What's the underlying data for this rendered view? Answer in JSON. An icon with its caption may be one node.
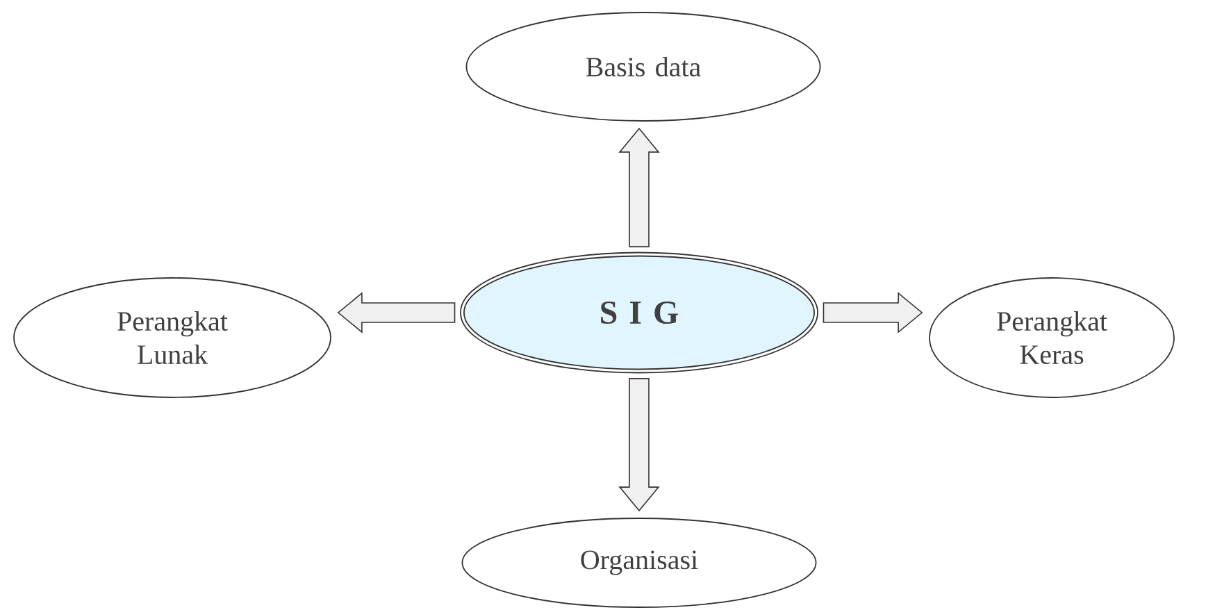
{
  "diagram": {
    "nodes": [
      {
        "text": [
          "S I G"
        ]
      },
      {
        "text": [
          "Basis data"
        ]
      },
      {
        "text": [
          "Perangkat Lunak"
        ]
      },
      {
        "text": [
          "Perangkat Keras"
        ]
      },
      {
        "text": [
          "Organisasi"
        ]
      }
    ],
    "edges": [
      {
        "from": 0,
        "to": 1,
        "arrow": "to"
      },
      {
        "from": 0,
        "to": 2,
        "arrow": "to"
      },
      {
        "from": 0,
        "to": 3,
        "arrow": "to"
      },
      {
        "from": 0,
        "to": 4,
        "arrow": "to"
      }
    ]
  }
}
